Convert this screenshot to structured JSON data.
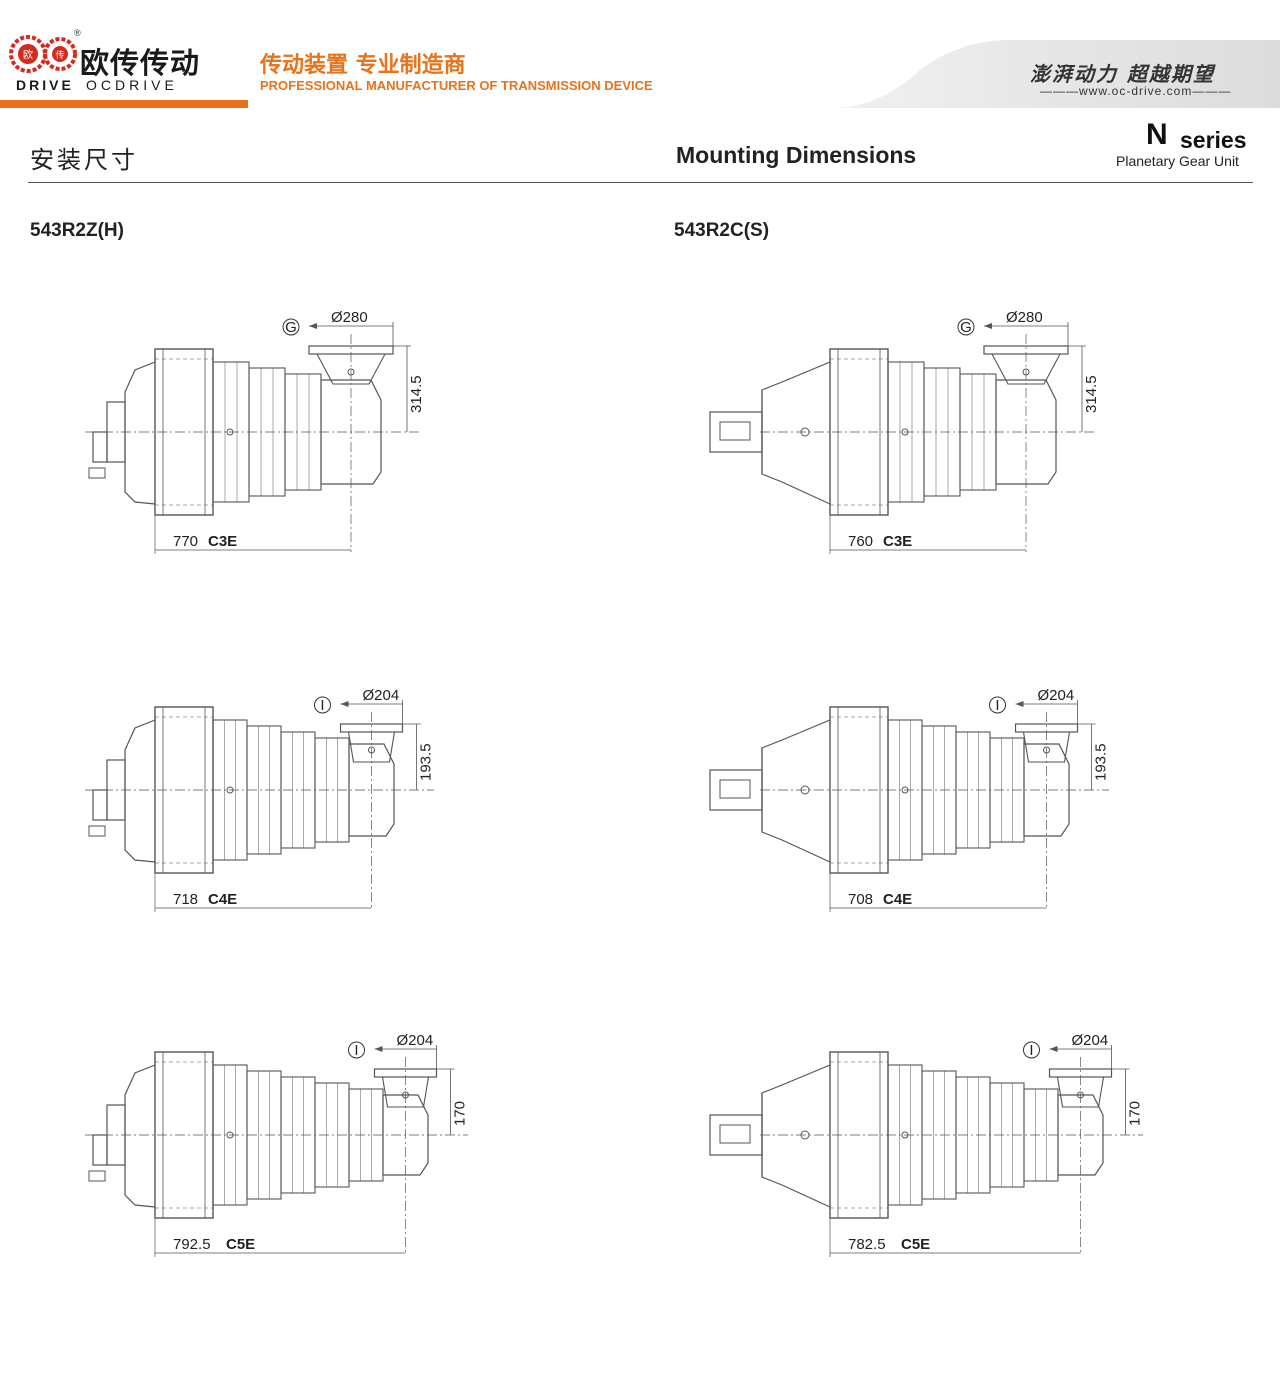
{
  "header": {
    "logo_letters": "OC",
    "logo_seal_left": "欧",
    "logo_seal_right": "传",
    "registered": "®",
    "brand_cn": "欧传传动",
    "brand_en_left": "DRIVE",
    "brand_en_right": "OCDRIVE",
    "tagline_cn": "传动装置 专业制造商",
    "tagline_en": "PROFESSIONAL MANUFACTURER OF TRANSMISSION DEVICE",
    "slogan": "澎湃动力 超越期望",
    "website": "———www.oc-drive.com———",
    "accent_color": "#e8731a"
  },
  "page": {
    "title_cn": "安装尺寸",
    "title_en": "Mounting Dimensions",
    "series_letter": "N",
    "series_word": "series",
    "series_sub": "Planetary Gear Unit"
  },
  "models": {
    "left": "543R2Z(H)",
    "right": "543R2C(S)"
  },
  "drawings": [
    {
      "variant": "Z",
      "flange_label": "G",
      "diameter": "Ø280",
      "height": "314.5",
      "length": "770",
      "code": "C3E"
    },
    {
      "variant": "C",
      "flange_label": "G",
      "diameter": "Ø280",
      "height": "314.5",
      "length": "760",
      "code": "C3E"
    },
    {
      "variant": "Z",
      "flange_label": "I",
      "diameter": "Ø204",
      "height": "193.5",
      "length": "718",
      "code": "C4E"
    },
    {
      "variant": "C",
      "flange_label": "I",
      "diameter": "Ø204",
      "height": "193.5",
      "length": "708",
      "code": "C4E"
    },
    {
      "variant": "Z",
      "flange_label": "I",
      "diameter": "Ø204",
      "height": "170",
      "length": "792.5",
      "code": "C5E"
    },
    {
      "variant": "C",
      "flange_label": "I",
      "diameter": "Ø204",
      "height": "170",
      "length": "782.5",
      "code": "C5E"
    }
  ]
}
